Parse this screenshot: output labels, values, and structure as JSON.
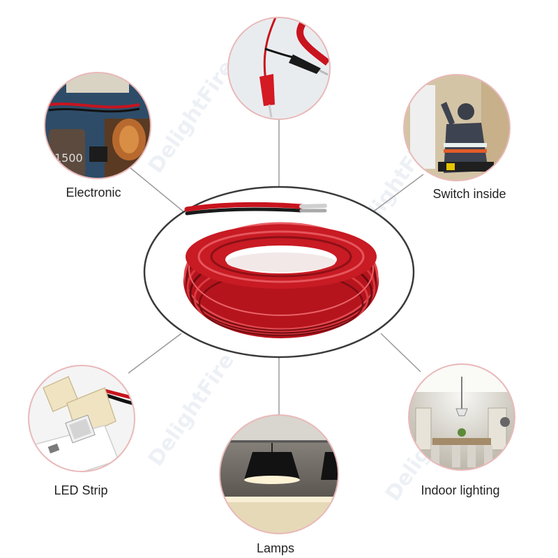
{
  "watermark": "DelightFire",
  "labels": {
    "electronic": "Electronic",
    "switch_inside": "Switch inside",
    "led_strip": "LED Strip",
    "indoor_lighting": "Indoor lighting",
    "lamps": "Lamps"
  },
  "colors": {
    "wire_red": "#c8141e",
    "wire_black": "#1a1a1a",
    "circle_border": "#e9b9b9",
    "connector_line": "#9a9a9a"
  }
}
